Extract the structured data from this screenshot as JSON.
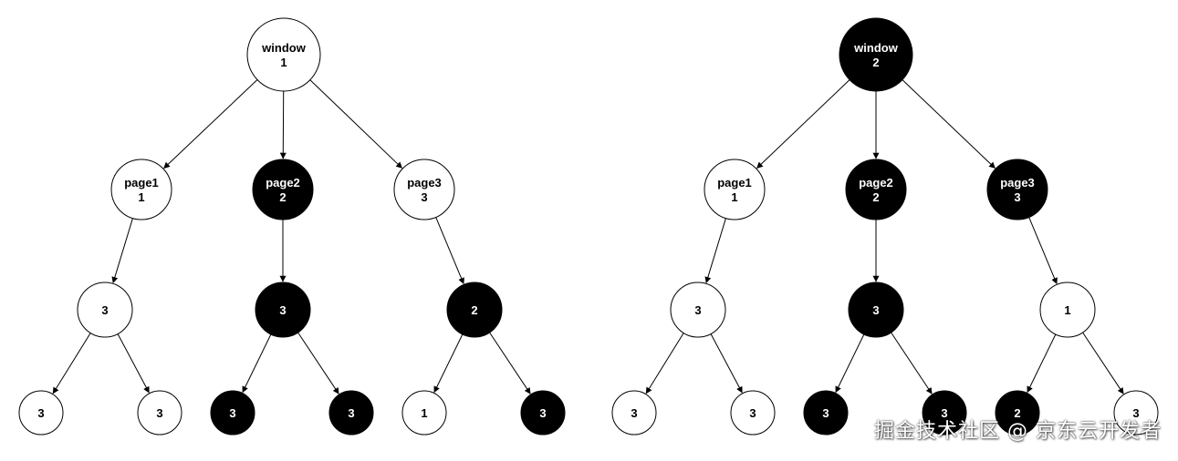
{
  "colors": {
    "filled": "#000000",
    "hollow": "#ffffff",
    "stroke": "#000000",
    "filled_text": "#ffffff",
    "hollow_text": "#000000"
  },
  "trees": [
    {
      "nodes": [
        {
          "id": "window",
          "lines": [
            "window",
            "1"
          ],
          "filled": false
        },
        {
          "id": "page1",
          "lines": [
            "page1",
            "1"
          ],
          "filled": false
        },
        {
          "id": "page2",
          "lines": [
            "page2",
            "2"
          ],
          "filled": true
        },
        {
          "id": "page3",
          "lines": [
            "page3",
            "3"
          ],
          "filled": false
        },
        {
          "id": "p1-child",
          "lines": [
            "3"
          ],
          "filled": false
        },
        {
          "id": "p2-child",
          "lines": [
            "3"
          ],
          "filled": true
        },
        {
          "id": "p3-child",
          "lines": [
            "2"
          ],
          "filled": true
        },
        {
          "id": "p1-leaf-a",
          "lines": [
            "3"
          ],
          "filled": false
        },
        {
          "id": "p1-leaf-b",
          "lines": [
            "3"
          ],
          "filled": false
        },
        {
          "id": "p2-leaf-a",
          "lines": [
            "3"
          ],
          "filled": true
        },
        {
          "id": "p2-leaf-b",
          "lines": [
            "3"
          ],
          "filled": true
        },
        {
          "id": "p3-leaf-a",
          "lines": [
            "1"
          ],
          "filled": false
        },
        {
          "id": "p3-leaf-b",
          "lines": [
            "3"
          ],
          "filled": true
        }
      ],
      "edges": [
        [
          "window",
          "page1"
        ],
        [
          "window",
          "page2"
        ],
        [
          "window",
          "page3"
        ],
        [
          "page1",
          "p1-child"
        ],
        [
          "page2",
          "p2-child"
        ],
        [
          "page3",
          "p3-child"
        ],
        [
          "p1-child",
          "p1-leaf-a"
        ],
        [
          "p1-child",
          "p1-leaf-b"
        ],
        [
          "p2-child",
          "p2-leaf-a"
        ],
        [
          "p2-child",
          "p2-leaf-b"
        ],
        [
          "p3-child",
          "p3-leaf-a"
        ],
        [
          "p3-child",
          "p3-leaf-b"
        ]
      ]
    },
    {
      "nodes": [
        {
          "id": "window",
          "lines": [
            "window",
            "2"
          ],
          "filled": true
        },
        {
          "id": "page1",
          "lines": [
            "page1",
            "1"
          ],
          "filled": false
        },
        {
          "id": "page2",
          "lines": [
            "page2",
            "2"
          ],
          "filled": true
        },
        {
          "id": "page3",
          "lines": [
            "page3",
            "3"
          ],
          "filled": true
        },
        {
          "id": "p1-child",
          "lines": [
            "3"
          ],
          "filled": false
        },
        {
          "id": "p2-child",
          "lines": [
            "3"
          ],
          "filled": true
        },
        {
          "id": "p3-child",
          "lines": [
            "1"
          ],
          "filled": false
        },
        {
          "id": "p1-leaf-a",
          "lines": [
            "3"
          ],
          "filled": false
        },
        {
          "id": "p1-leaf-b",
          "lines": [
            "3"
          ],
          "filled": false
        },
        {
          "id": "p2-leaf-a",
          "lines": [
            "3"
          ],
          "filled": true
        },
        {
          "id": "p2-leaf-b",
          "lines": [
            "3"
          ],
          "filled": true
        },
        {
          "id": "p3-leaf-a",
          "lines": [
            "2"
          ],
          "filled": true
        },
        {
          "id": "p3-leaf-b",
          "lines": [
            "3"
          ],
          "filled": false
        }
      ],
      "edges": [
        [
          "window",
          "page1"
        ],
        [
          "window",
          "page2"
        ],
        [
          "window",
          "page3"
        ],
        [
          "page1",
          "p1-child"
        ],
        [
          "page2",
          "p2-child"
        ],
        [
          "page3",
          "p3-child"
        ],
        [
          "p1-child",
          "p1-leaf-a"
        ],
        [
          "p1-child",
          "p1-leaf-b"
        ],
        [
          "p2-child",
          "p2-leaf-a"
        ],
        [
          "p2-child",
          "p2-leaf-b"
        ],
        [
          "p3-child",
          "p3-leaf-a"
        ],
        [
          "p3-child",
          "p3-leaf-b"
        ]
      ]
    }
  ],
  "watermark": "掘金技术社区 @ 京东云开发者"
}
